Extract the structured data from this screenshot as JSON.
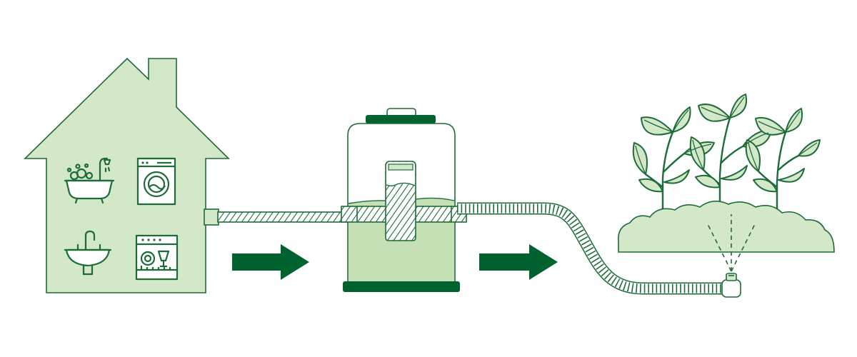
{
  "colors": {
    "background": "#ffffff",
    "light_fill": "#d3e8c8",
    "medium_fill": "#c4e0b4",
    "dark_green": "#00632f",
    "outline": "#1e6b3a"
  },
  "icons": {
    "house": "house-icon",
    "bathtub": "bathtub-icon",
    "washing_machine": "washing-machine-icon",
    "sink": "sink-icon",
    "dishwasher": "dishwasher-icon",
    "tank": "greywater-tank-icon",
    "filter": "filter-cartridge-icon",
    "plants": "plants-icon",
    "sprinkler": "sprinkler-icon"
  },
  "flow": {
    "steps": [
      "house",
      "tank",
      "garden"
    ],
    "arrows": 2
  }
}
